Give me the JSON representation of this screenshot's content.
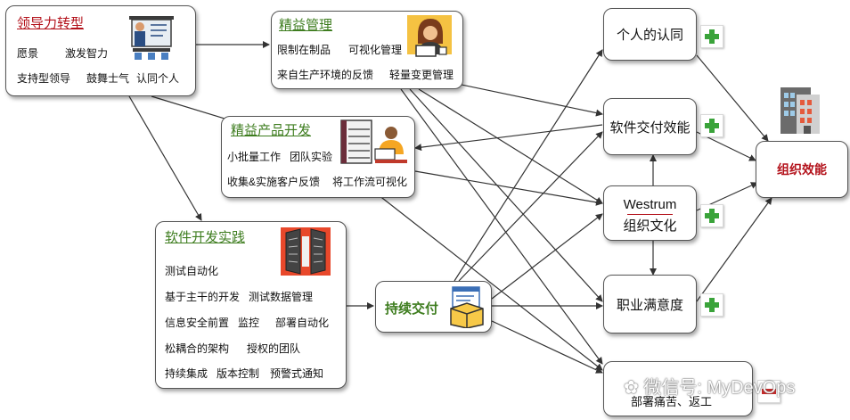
{
  "leadership": {
    "title": "领导力转型",
    "items": [
      "愿景",
      "激发智力",
      "支持型领导",
      "鼓舞士气",
      "认同个人"
    ]
  },
  "lean_management": {
    "title": "精益管理",
    "items": [
      "限制在制品",
      "可视化管理",
      "来自生产环境的反馈",
      "轻量变更管理"
    ]
  },
  "lean_product": {
    "title": "精益产品开发",
    "items": [
      "小批量工作",
      "团队实验",
      "收集&实施客户反馈",
      "将工作流可视化"
    ]
  },
  "dev_practice": {
    "title": "软件开发实践",
    "items": [
      "测试自动化",
      "基于主干的开发",
      "测试数据管理",
      "信息安全前置",
      "监控",
      "部署自动化",
      "松耦合的架构",
      "授权的团队",
      "持续集成",
      "版本控制",
      "预警式通知"
    ]
  },
  "continuous_delivery": {
    "label": "持续交付"
  },
  "outcomes": {
    "identity": "个人的认同",
    "delivery": "软件交付效能",
    "westrum_1": "Westrum",
    "westrum_2": "组织文化",
    "satisfaction": "职业满意度",
    "pain": "部署痛苦、返工"
  },
  "org_performance": {
    "label": "组织效能"
  },
  "watermark": "微信号: MyDevOps",
  "colors": {
    "leadership_title": "#b3121b",
    "group_title": "#3e7d1f",
    "org_label": "#b3121b",
    "plus": "#3aa33a",
    "minus": "#c62828",
    "arrow": "#333333"
  },
  "icons": [
    "teacher-board-icon",
    "woman-laptop-icon",
    "server-man-icon",
    "server-rack-icon",
    "open-box-icon",
    "office-building-icon"
  ]
}
